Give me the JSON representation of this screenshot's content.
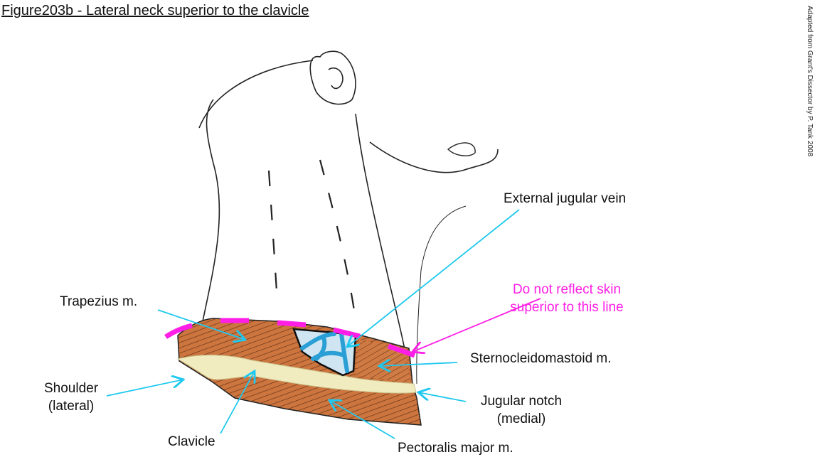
{
  "title": "Figure203b - Lateral neck superior to the clavicle",
  "credit": "Adapted from Grant's Dissector by P. Tank 2008",
  "labels": {
    "external_jugular_vein": "External jugular vein",
    "warning_line1": "Do not reflect skin",
    "warning_line2": "superior to this line",
    "trapezius": "Trapezius m.",
    "sternocleidomastoid": "Sternocleidomastoid m.",
    "shoulder_line1": "Shoulder",
    "shoulder_line2": "(lateral)",
    "jugular_notch_line1": "Jugular notch",
    "jugular_notch_line2": "(medial)",
    "clavicle": "Clavicle",
    "pectoralis": "Pectoralis major m."
  },
  "colors": {
    "arrow": "#1ec8f0",
    "warning": "#ff1ee6",
    "muscle": "#c8713c",
    "bone": "#f1ecc0",
    "vein": "#2a9fd6"
  }
}
